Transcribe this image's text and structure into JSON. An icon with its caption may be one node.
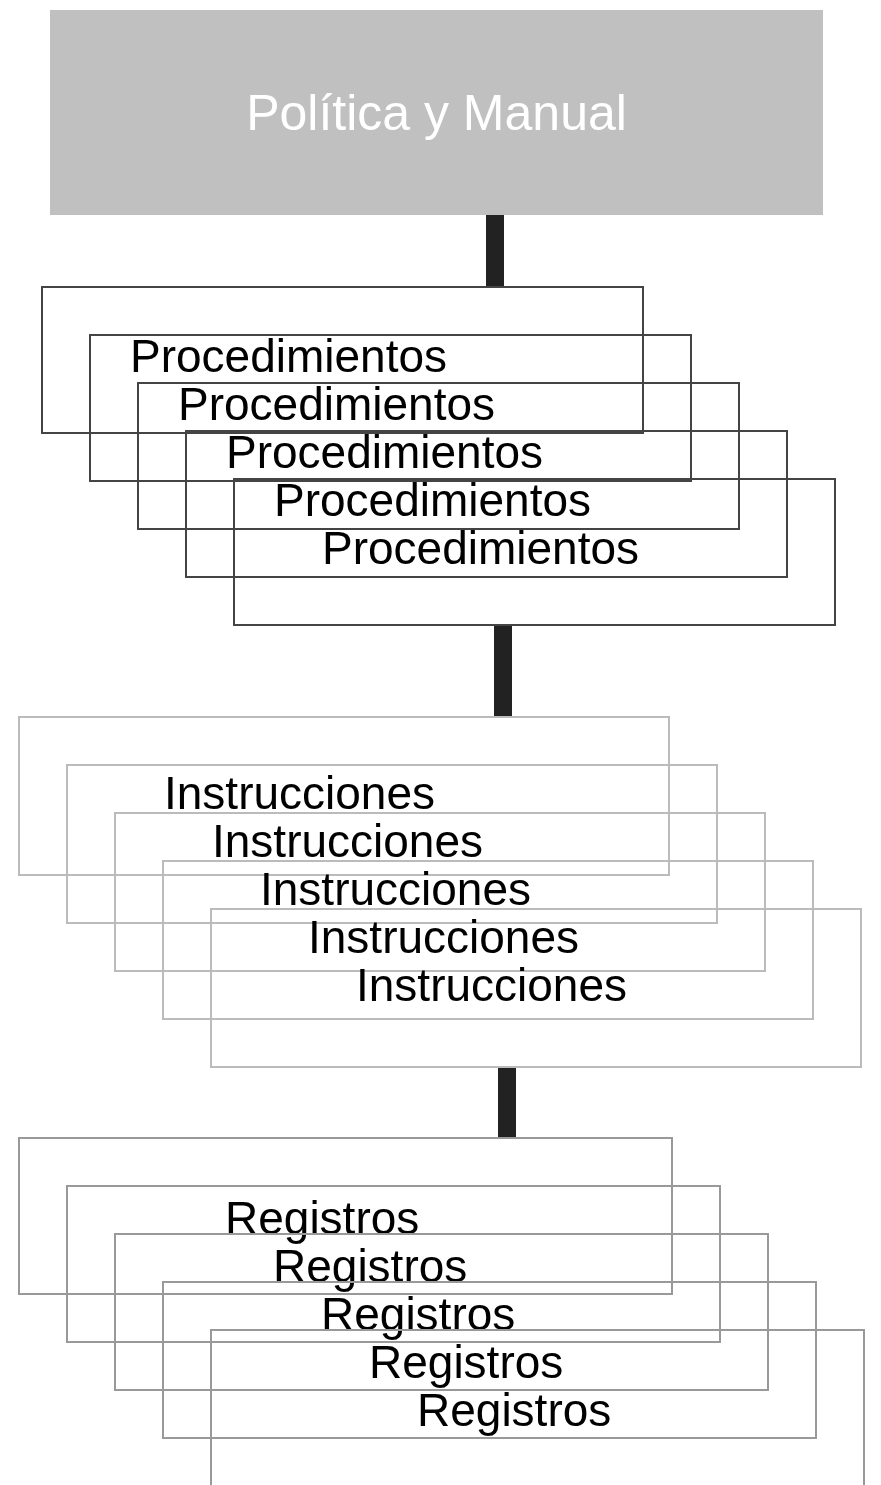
{
  "diagram": {
    "nodes": [
      {
        "text": [
          "Política y Manual"
        ]
      },
      {
        "text": [
          "Procedimientos"
        ]
      },
      {
        "text": [
          "Procedimientos"
        ]
      },
      {
        "text": [
          "Procedimientos"
        ]
      },
      {
        "text": [
          "Procedimientos"
        ]
      },
      {
        "text": [
          "Procedimientos"
        ]
      },
      {
        "text": [
          "Instrucciones"
        ]
      },
      {
        "text": [
          "Instrucciones"
        ]
      },
      {
        "text": [
          "Instrucciones"
        ]
      },
      {
        "text": [
          "Instrucciones"
        ]
      },
      {
        "text": [
          "Instrucciones"
        ]
      },
      {
        "text": [
          "Registros"
        ]
      },
      {
        "text": [
          "Registros"
        ]
      },
      {
        "text": [
          "Registros"
        ]
      },
      {
        "text": [
          "Registros"
        ]
      },
      {
        "text": [
          "Registros"
        ]
      }
    ],
    "edges": [
      {
        "from": 0,
        "to": 1,
        "arrow": "none"
      },
      {
        "from": 5,
        "to": 6,
        "arrow": "none"
      },
      {
        "from": 10,
        "to": 11,
        "arrow": "none"
      }
    ]
  }
}
